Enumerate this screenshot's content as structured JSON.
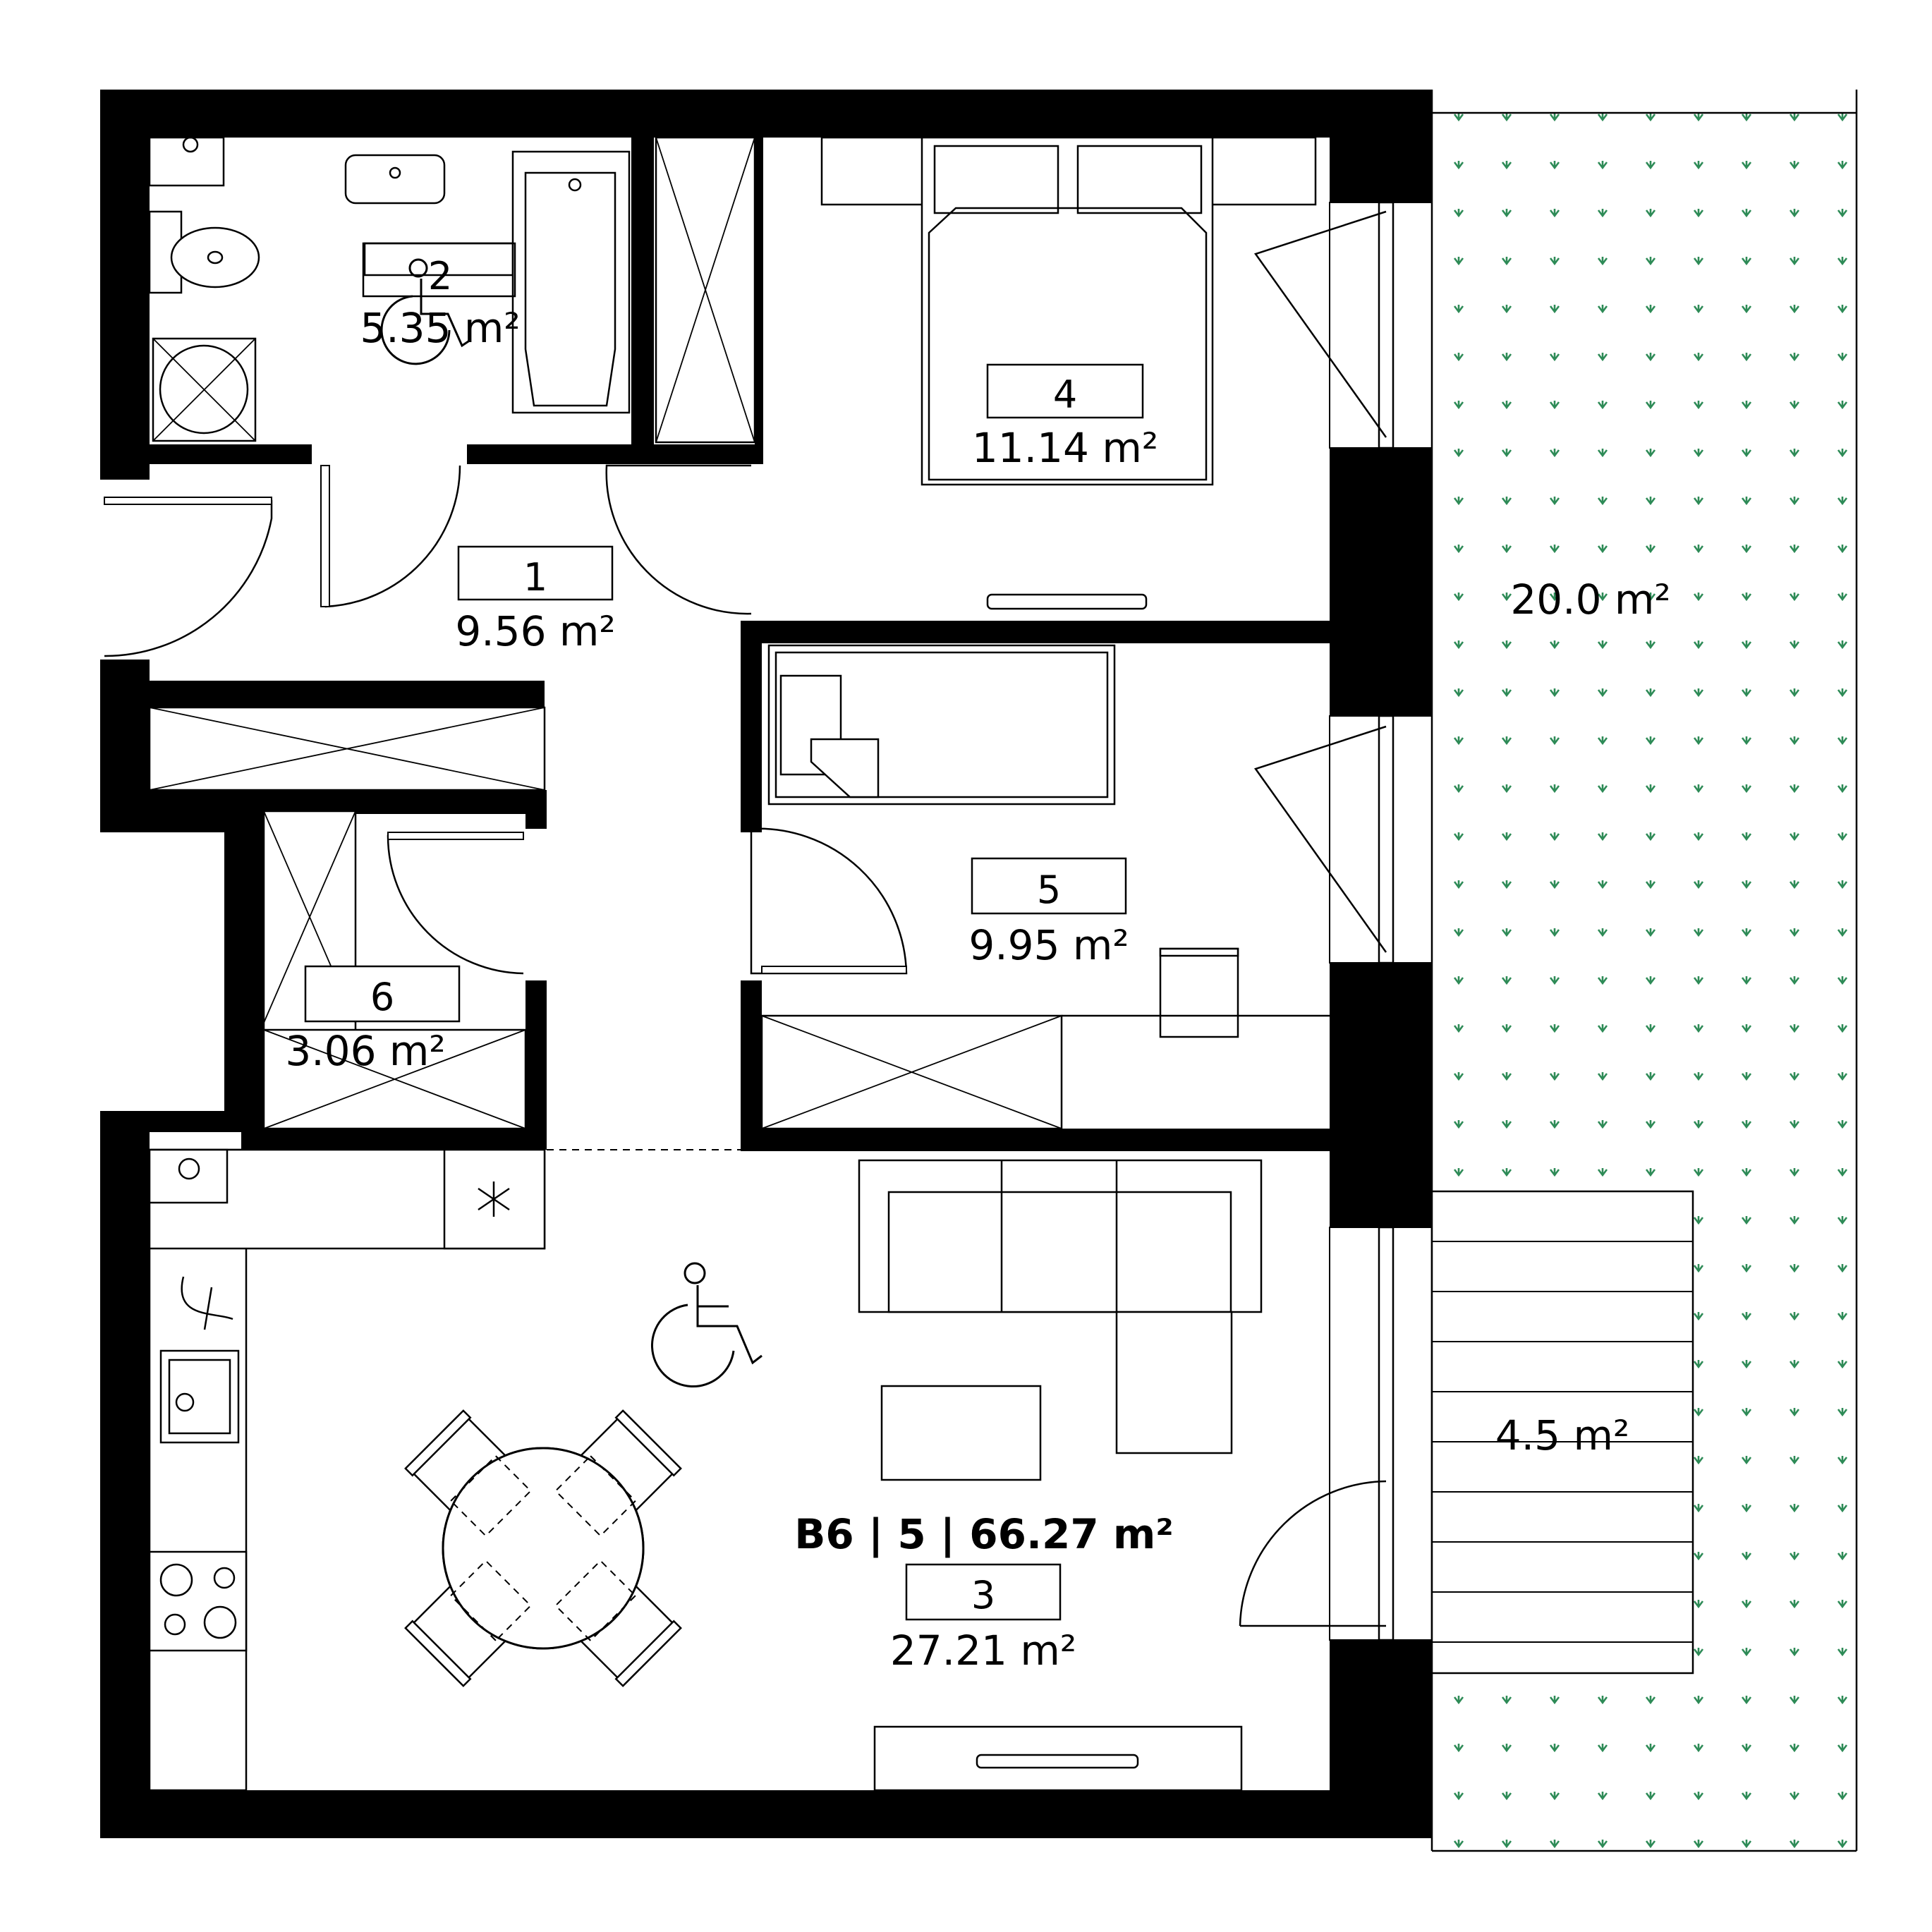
{
  "plan": {
    "title": "B6 | 5 | 66.27 m²",
    "terrace_color": "#2e8b57",
    "wheelchair_icon": "wheelchair-icon",
    "rooms": [
      {
        "id": "room-1",
        "number": "1",
        "area": "9.56 m²"
      },
      {
        "id": "room-2",
        "number": "2",
        "area": "5.35 m²"
      },
      {
        "id": "room-3",
        "number": "3",
        "area": "27.21 m²"
      },
      {
        "id": "room-4",
        "number": "4",
        "area": "11.14 m²"
      },
      {
        "id": "room-5",
        "number": "5",
        "area": "9.95 m²"
      },
      {
        "id": "room-6",
        "number": "6",
        "area": "3.06 m²"
      }
    ],
    "outdoor": [
      {
        "id": "terrace",
        "area": "20.0 m²"
      },
      {
        "id": "deck",
        "area": "4.5 m²"
      }
    ]
  }
}
